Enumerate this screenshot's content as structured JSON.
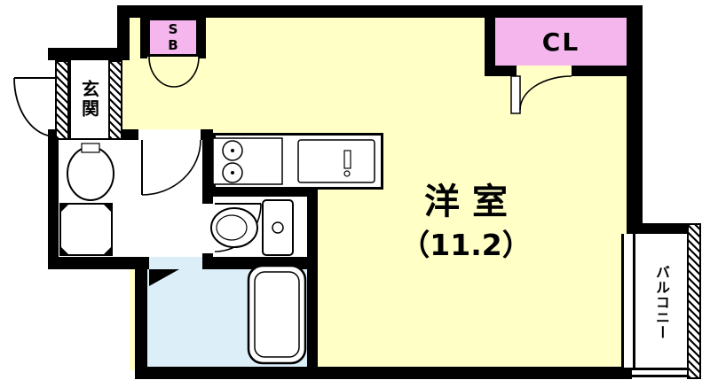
{
  "floorplan": {
    "rooms": {
      "entrance": {
        "label": "玄関"
      },
      "shoe_box": {
        "label": "SB"
      },
      "closet": {
        "label": "CL"
      },
      "main_room": {
        "label": "洋室",
        "size": "（11.2）"
      },
      "balcony": {
        "label": "バルコニー"
      }
    },
    "fixtures": [
      "kitchen-stove-2-burner",
      "kitchen-sink",
      "vanity-basin",
      "washing-machine-pan",
      "toilet",
      "bathtub",
      "entrance-door",
      "shoe-box-double-door",
      "closet-door",
      "washroom-door",
      "toilet-door",
      "bathroom-door"
    ],
    "colors": {
      "room_fill": "#ffffc6",
      "closet_fill": "#f4b6ec",
      "bath_floor_fill": "#dceef8",
      "wet_area_fill": "#ffffff",
      "wall": "#000000"
    }
  }
}
